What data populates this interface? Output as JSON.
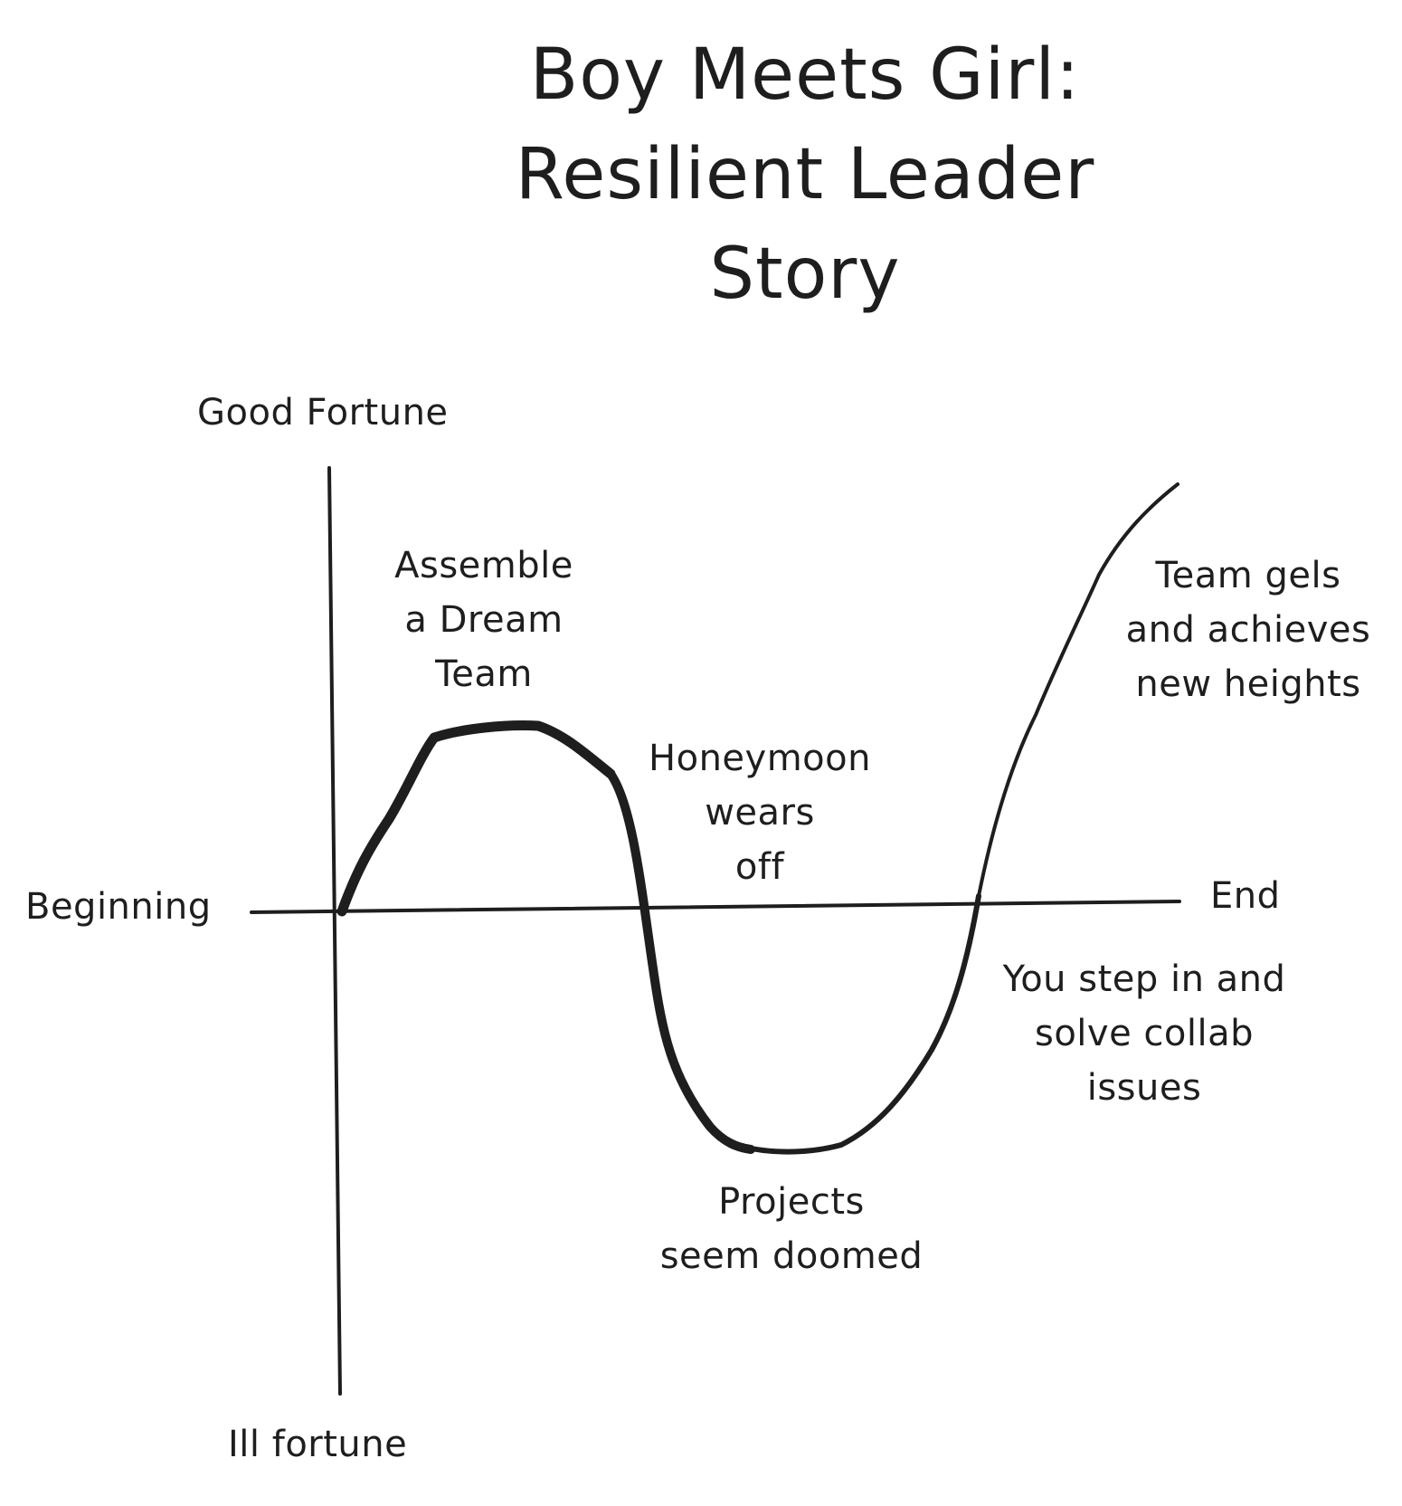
{
  "title": {
    "lines": [
      "Boy Meets Girl:",
      "Resilient Leader",
      "Story"
    ]
  },
  "axes": {
    "y_top_label": "Good Fortune",
    "y_bottom_label": "Ill fortune",
    "x_left_label": "Beginning",
    "x_right_label": "End"
  },
  "annotations": {
    "assemble": [
      "Assemble",
      "a Dream",
      "Team"
    ],
    "honeymoon": [
      "Honeymoon",
      "wears",
      "off"
    ],
    "doomed": [
      "Projects",
      "seem doomed"
    ],
    "step_in": [
      "You step in and",
      "solve collab",
      "issues"
    ],
    "gels": [
      "Team gels",
      "and achieves",
      "new heights"
    ]
  },
  "colors": {
    "ink": "#1e1e1e",
    "background": "#ffffff"
  }
}
